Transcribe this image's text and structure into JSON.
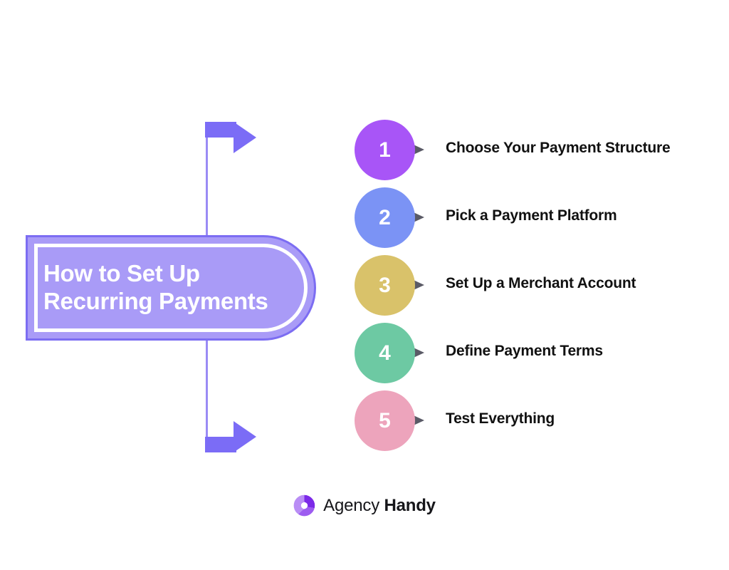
{
  "title": {
    "line1": "How to Set Up",
    "line2": "Recurring Payments",
    "full": "How to Set Up\nRecurring Payments",
    "fill_color": "#a99bf7",
    "border_color": "#7c6df2",
    "text_color": "#ffffff"
  },
  "flow": {
    "arrow_color": "#7b6cf6",
    "connector_color": "#9a8bf5",
    "top_arrow_name": "top-arrow",
    "bottom_arrow_name": "bottom-arrow"
  },
  "steps": [
    {
      "number": "1",
      "label": "Choose Your Payment Structure",
      "color": "#a855f7"
    },
    {
      "number": "2",
      "label": "Pick a Payment Platform",
      "color": "#7b93f5"
    },
    {
      "number": "3",
      "label": "Set Up a Merchant Account",
      "color": "#d9c26a"
    },
    {
      "number": "4",
      "label": "Define Payment Terms",
      "color": "#6dc9a3"
    },
    {
      "number": "5",
      "label": "Test Everything",
      "color": "#eda4bc"
    }
  ],
  "pointer_color": "#5a5a66",
  "logo": {
    "icon": "agency-handy-swirl-logo-icon",
    "name_light": "Agency",
    "name_bold": "Handy",
    "color_dark": "#7c2ae8",
    "color_mid": "#9d5cf0",
    "color_light": "#b98df5",
    "text_color": "#16161a"
  }
}
